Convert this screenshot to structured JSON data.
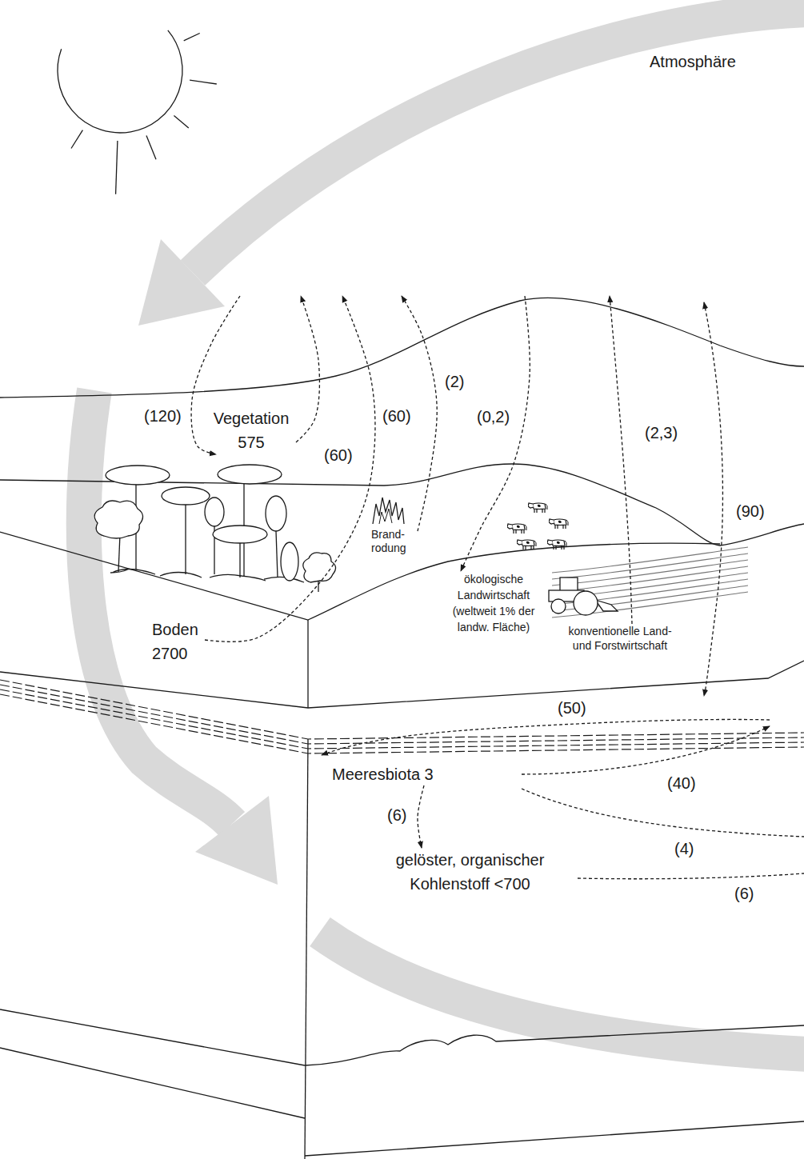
{
  "diagram": {
    "nodes": [
      {
        "text": [
          "Atmosphäre"
        ]
      },
      {
        "text": [
          "Vegetation 575"
        ]
      },
      {
        "text": [
          "Brand- rodung"
        ]
      },
      {
        "text": [
          "ökologische Landwirtschaft (weltweit 1% der landw. Fläche)"
        ]
      },
      {
        "text": [
          "Boden 2700"
        ]
      },
      {
        "text": [
          "konventionelle Land- und Forstwirtschaft"
        ]
      },
      {
        "text": [
          "Meeresbiota 3"
        ]
      },
      {
        "text": [
          "gelöster, organischer Kohlenstoff <700"
        ]
      }
    ],
    "edges": [
      {
        "from": 0,
        "to": 1,
        "label": "(120)",
        "arrow": "to"
      },
      {
        "from": 1,
        "to": 0,
        "label": "(60)",
        "arrow": "to"
      },
      {
        "from": 4,
        "to": 0,
        "label": "(60)",
        "arrow": "to"
      },
      {
        "from": 2,
        "to": 0,
        "label": "(2)",
        "arrow": "to"
      },
      {
        "from": 0,
        "to": 3,
        "label": "(0,2)",
        "arrow": "to"
      },
      {
        "from": 5,
        "to": 0,
        "label": "(2,3)",
        "arrow": "to"
      },
      {
        "from": 6,
        "to": 7,
        "label": "(6)",
        "arrow": "to"
      }
    ],
    "labels": [
      "(90)",
      "(50)",
      "(40)",
      "(4)",
      "(6)"
    ]
  }
}
